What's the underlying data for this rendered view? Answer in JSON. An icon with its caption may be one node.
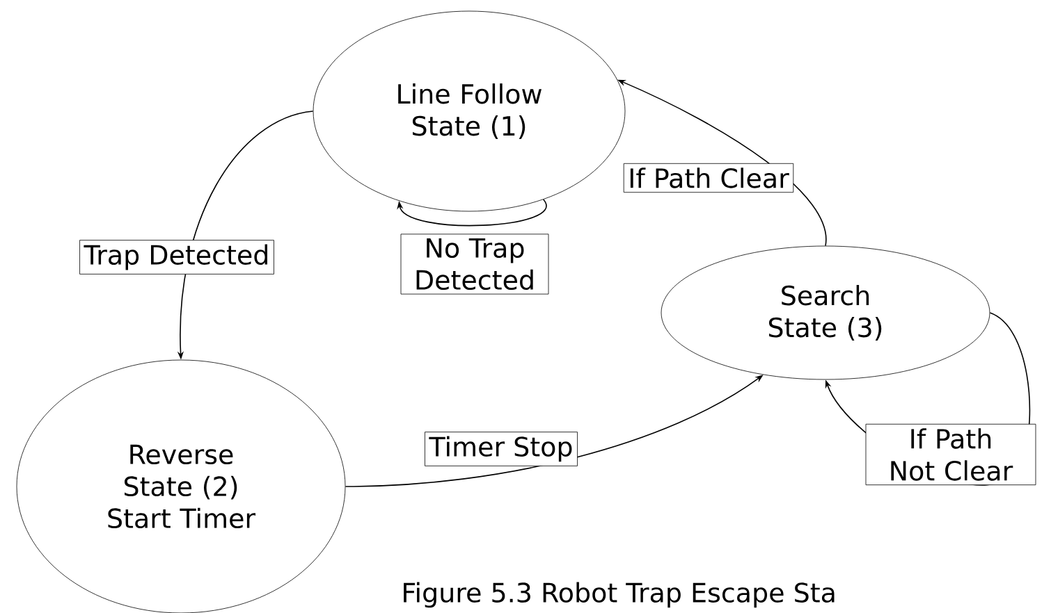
{
  "diagram": {
    "caption": "Figure 5.3 Robot Trap Escape Sta",
    "nodes": [
      {
        "text": [
          "Line Follow State (1)"
        ]
      },
      {
        "text": [
          "Reverse State (2) Start Timer"
        ]
      },
      {
        "text": [
          "Search State (3)"
        ]
      }
    ],
    "edges": [
      {
        "from": 0,
        "to": 1,
        "arrow": "to",
        "label": "Trap Detected"
      },
      {
        "from": 0,
        "to": 0,
        "arrow": "to",
        "label": "No Trap Detected"
      },
      {
        "from": 1,
        "to": 2,
        "arrow": "to",
        "label": "Timer Stop"
      },
      {
        "from": 2,
        "to": 0,
        "arrow": "to",
        "label": "If Path Clear"
      },
      {
        "from": 2,
        "to": 2,
        "arrow": "to",
        "label": "If Path Not Clear"
      }
    ]
  }
}
